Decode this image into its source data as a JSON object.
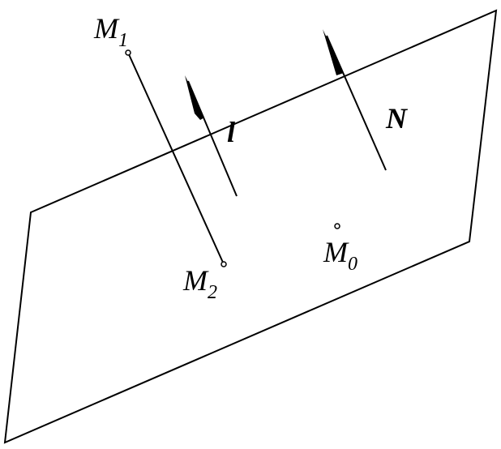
{
  "labels": {
    "m1_letter": "M",
    "m1_sub": "1",
    "m2_letter": "M",
    "m2_sub": "2",
    "m0_letter": "M",
    "m0_sub": "0",
    "vector_l": "l",
    "vector_n": "N"
  },
  "colors": {
    "stroke": "#000000",
    "background": "#ffffff"
  }
}
